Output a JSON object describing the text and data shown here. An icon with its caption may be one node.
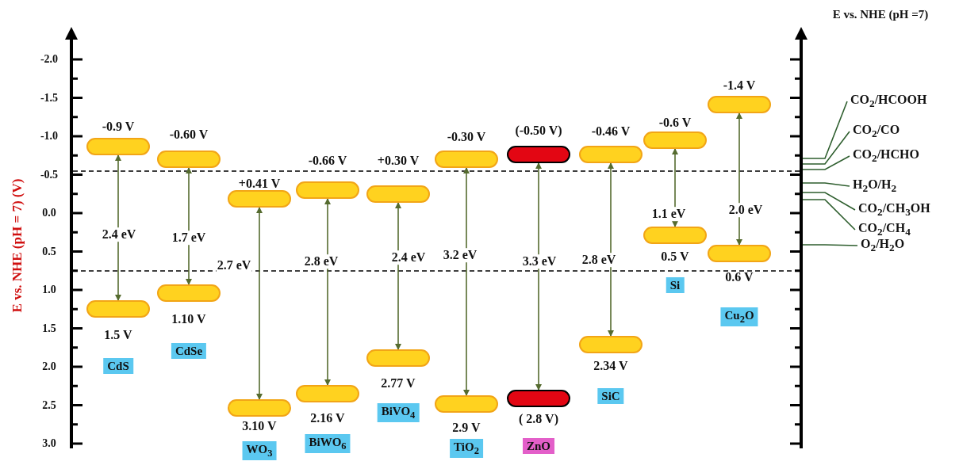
{
  "diagram": {
    "nodes": [
      {
        "text": [],
        "shape": "bar",
        "beside": [
          "-0.9 V"
        ]
      },
      {
        "text": [],
        "shape": "bar",
        "beside": [
          "1.5 V"
        ]
      },
      {
        "text": [
          "CdS"
        ]
      },
      {
        "text": [],
        "shape": "bar",
        "beside": [
          "-0.60 V"
        ]
      },
      {
        "text": [],
        "shape": "bar",
        "beside": [
          "1.10 V"
        ]
      },
      {
        "text": [
          "CdSe"
        ]
      },
      {
        "text": [],
        "shape": "bar",
        "beside": [
          "+0.41 V"
        ]
      },
      {
        "text": [],
        "shape": "bar",
        "beside": [
          "3.10 V"
        ]
      },
      {
        "text": [
          "WO$_{3}$"
        ]
      },
      {
        "text": [],
        "shape": "bar",
        "beside": [
          "-0.66 V"
        ]
      },
      {
        "text": [],
        "shape": "bar",
        "beside": [
          "2.16 V"
        ]
      },
      {
        "text": [
          "BiWO$_{6}$"
        ]
      },
      {
        "text": [],
        "shape": "bar",
        "beside": [
          "+0.30 V"
        ]
      },
      {
        "text": [],
        "shape": "bar",
        "beside": [
          "2.77 V"
        ]
      },
      {
        "text": [
          "BiVO$_{4}$"
        ]
      },
      {
        "text": [],
        "shape": "bar",
        "beside": [
          "-0.30 V"
        ]
      },
      {
        "text": [],
        "shape": "bar",
        "beside": [
          "2.9 V"
        ]
      },
      {
        "text": [
          "TiO$_{2}$"
        ]
      },
      {
        "text": [],
        "shape": "bar",
        "beside": [
          "(-0.50 V)"
        ]
      },
      {
        "text": [],
        "shape": "bar",
        "beside": [
          "( 2.8 V)"
        ]
      },
      {
        "text": [
          "ZnO"
        ]
      },
      {
        "text": [],
        "shape": "bar",
        "beside": [
          "-0.46 V"
        ]
      },
      {
        "text": [],
        "shape": "bar",
        "beside": [
          "2.34 V"
        ]
      },
      {
        "text": [
          "SiC"
        ]
      },
      {
        "text": [],
        "shape": "bar",
        "beside": [
          "-0.6 V"
        ]
      },
      {
        "text": [],
        "shape": "bar",
        "beside": [
          "0.5 V"
        ]
      },
      {
        "text": [
          "Si"
        ]
      },
      {
        "text": [],
        "shape": "bar",
        "beside": [
          "-1.4 V"
        ]
      },
      {
        "text": [],
        "shape": "bar",
        "beside": [
          "0.6 V"
        ]
      },
      {
        "text": [
          "Cu$_{2}$O"
        ]
      },
      {
        "text": [
          "CO$_{2}$/HCOOH"
        ]
      },
      {
        "text": [
          "CO$_{2}$/CO"
        ]
      },
      {
        "text": [
          "CO$_{2}$/HCHO"
        ]
      },
      {
        "text": [
          "H$_{2}$O/H$_{2}$"
        ]
      },
      {
        "text": [
          "CO$_{2}$/CH$_{3}$OH"
        ]
      },
      {
        "text": [
          "CO$_{2}$/CH$_{4}$"
        ]
      },
      {
        "text": [
          "O$_{2}$/H$_{2}$O"
        ]
      }
    ],
    "edges": [
      {
        "from": 0,
        "to": 1,
        "arrow": "both",
        "label": "2.4 eV"
      },
      {
        "from": 3,
        "to": 4,
        "arrow": "both",
        "label": "1.7 eV"
      },
      {
        "from": 6,
        "to": 7,
        "arrow": "both",
        "label": "2.7 eV"
      },
      {
        "from": 9,
        "to": 10,
        "arrow": "both",
        "label": "2.8 eV"
      },
      {
        "from": 12,
        "to": 13,
        "arrow": "both",
        "label": "2.4 eV"
      },
      {
        "from": 15,
        "to": 16,
        "arrow": "both",
        "label": "3.2 eV"
      },
      {
        "from": 18,
        "to": 19,
        "arrow": "both",
        "label": "3.3 eV"
      },
      {
        "from": 21,
        "to": 22,
        "arrow": "both",
        "label": "2.8 eV"
      },
      {
        "from": 24,
        "to": 25,
        "arrow": "both",
        "label": "1.1 eV"
      },
      {
        "from": 27,
        "to": 28,
        "arrow": "both",
        "label": "2.0 eV"
      },
      {
        "from": 30,
        "to": null,
        "arrow": "none"
      },
      {
        "from": 31,
        "to": null,
        "arrow": "none"
      },
      {
        "from": 32,
        "to": null,
        "arrow": "none"
      },
      {
        "from": 33,
        "to": null,
        "arrow": "none"
      },
      {
        "from": 34,
        "to": null,
        "arrow": "none"
      },
      {
        "from": 35,
        "to": null,
        "arrow": "none"
      },
      {
        "from": 36,
        "to": null,
        "arrow": "none"
      }
    ],
    "labels": [
      "E vs. NHE (pH =7)",
      "-2.0",
      "-1.5",
      "-1.0",
      "-0.5",
      "0.0",
      "0.5",
      "1.0",
      "1.5",
      "2.0",
      "2.5",
      "3.0",
      "E vs. NHE (pH = 7) (V)"
    ]
  }
}
